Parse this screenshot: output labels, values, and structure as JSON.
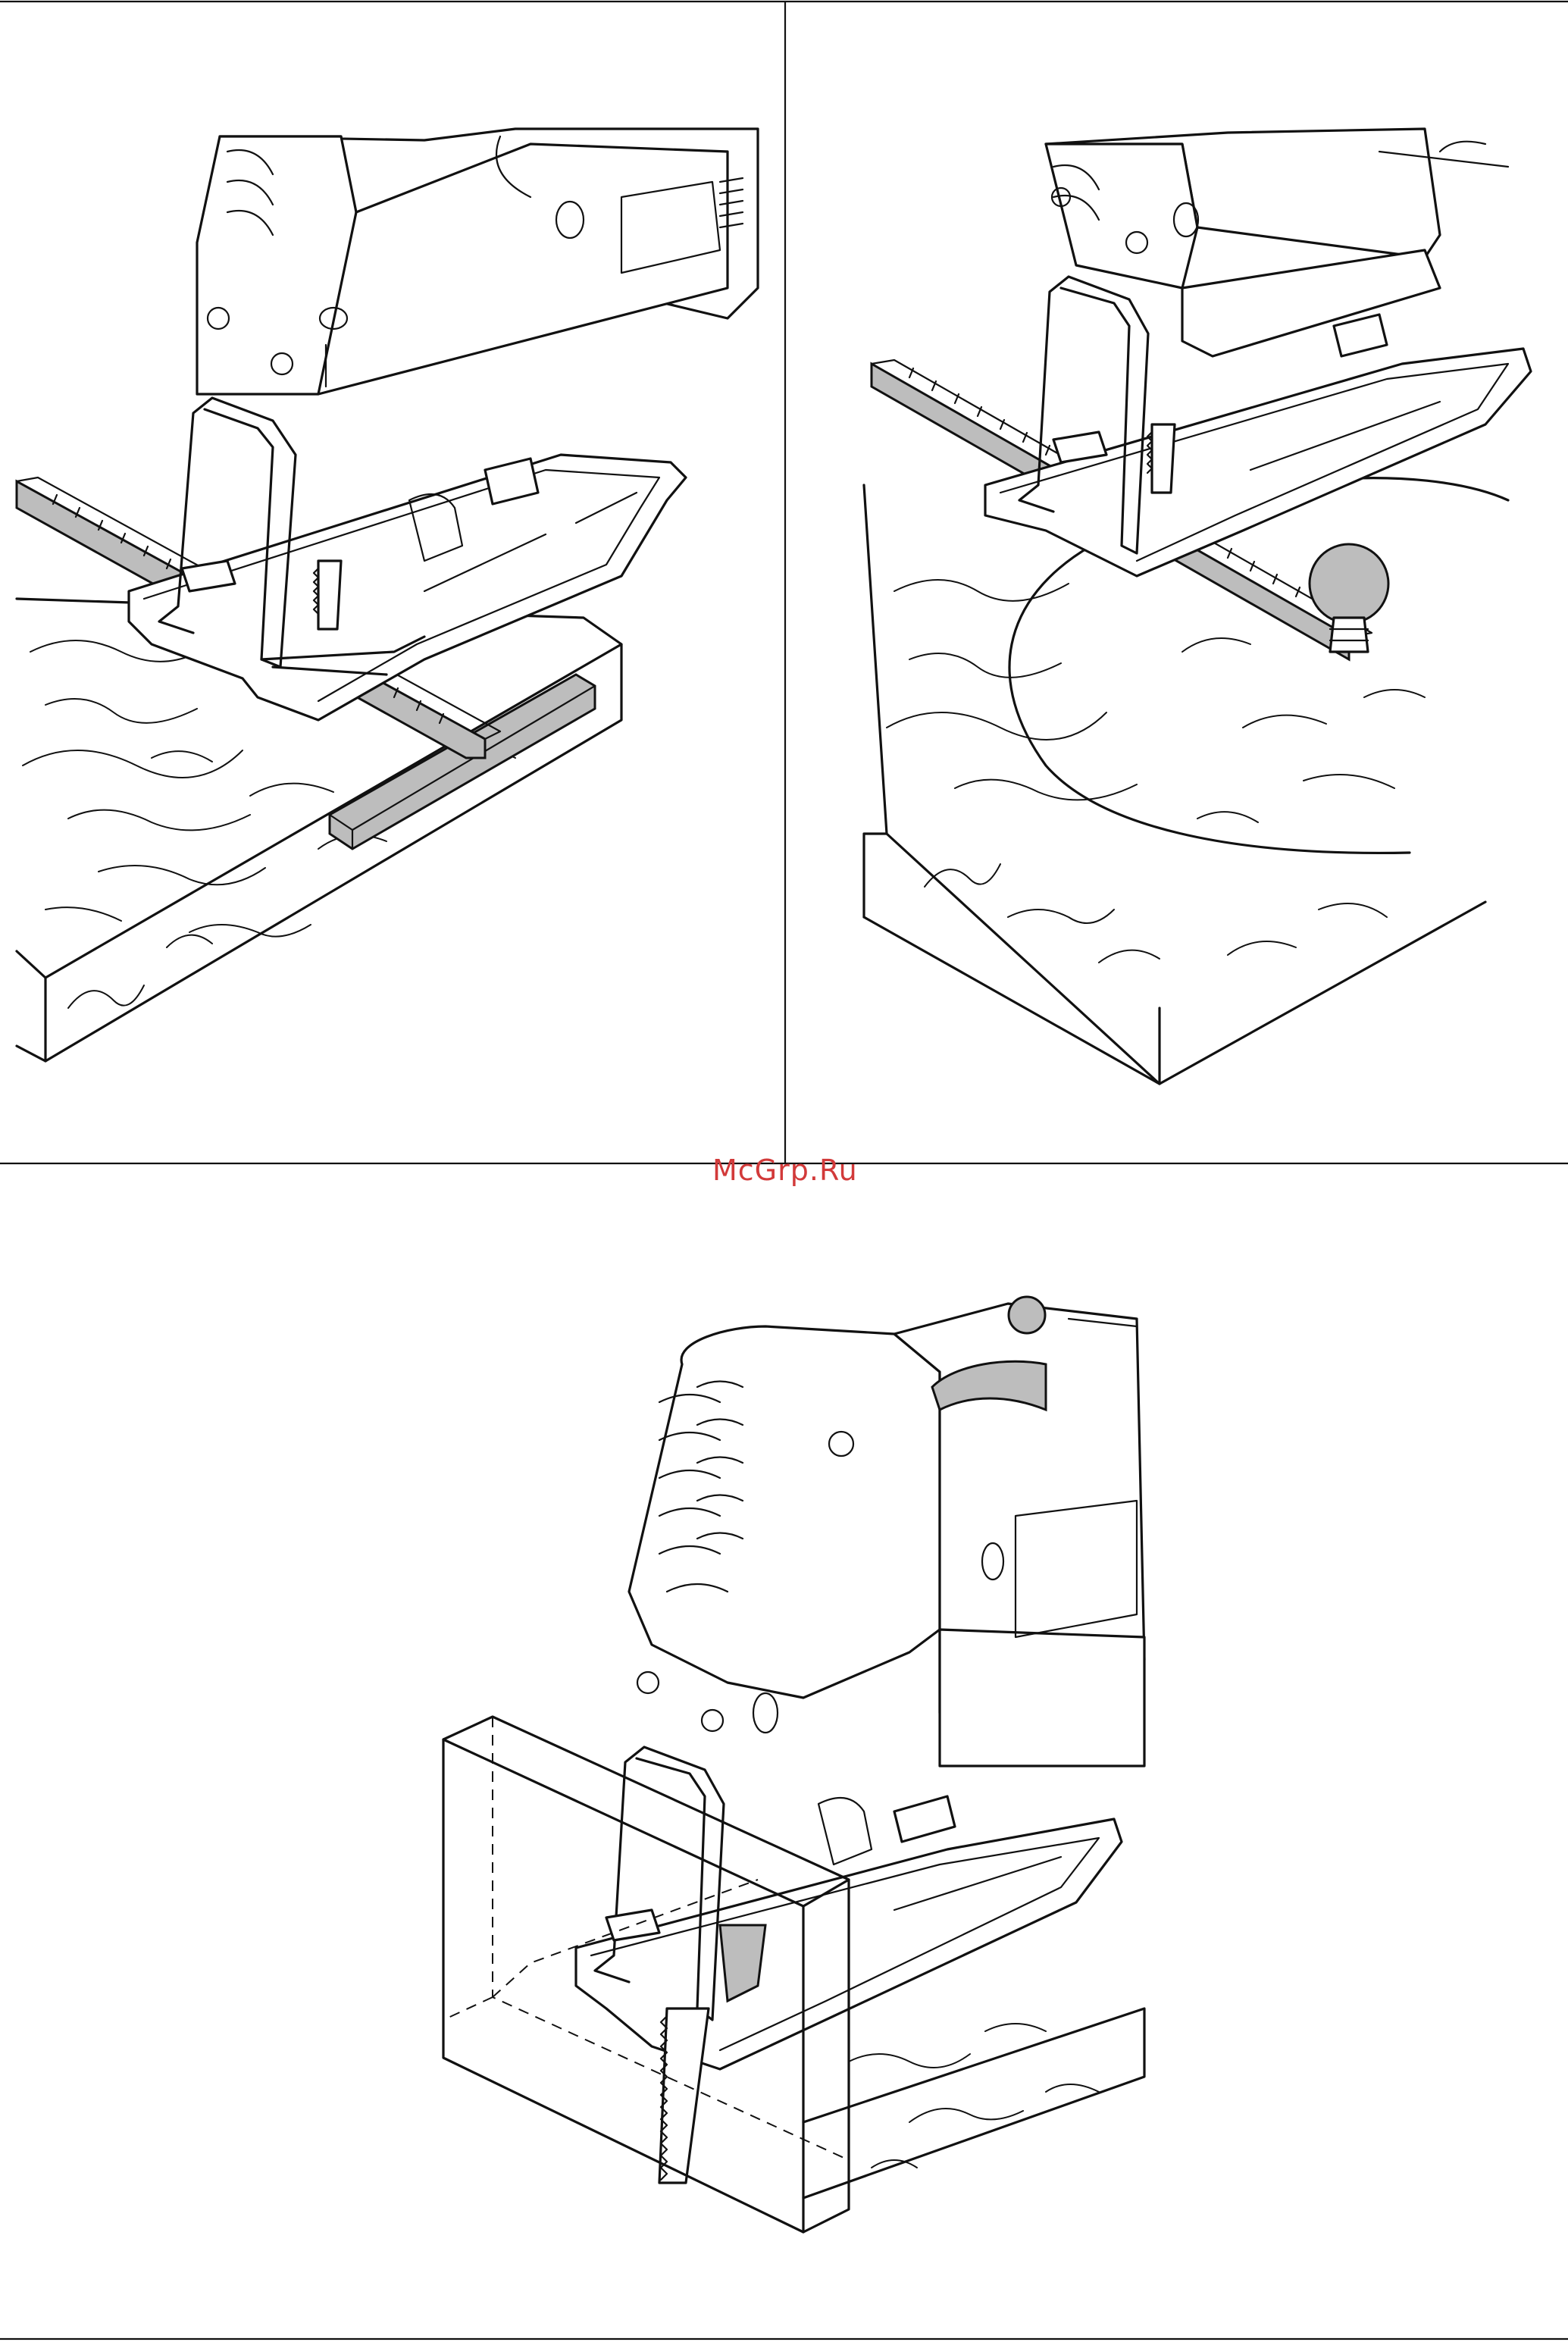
{
  "watermark": {
    "text": "McGrp.Ru",
    "color": "#d23a3a"
  },
  "panels": [
    {
      "figure": "jigsaw-with-parallel-guide-and-fence",
      "icon": "jigsaw-illustration"
    },
    {
      "figure": "jigsaw-with-circle-cutting-guide",
      "icon": "jigsaw-illustration"
    },
    {
      "figure": "jigsaw-with-transparent-splinter-guard",
      "icon": "jigsaw-illustration"
    }
  ],
  "colors": {
    "line": "#111111",
    "fill_grey": "#bdbdbd",
    "background": "#ffffff"
  }
}
